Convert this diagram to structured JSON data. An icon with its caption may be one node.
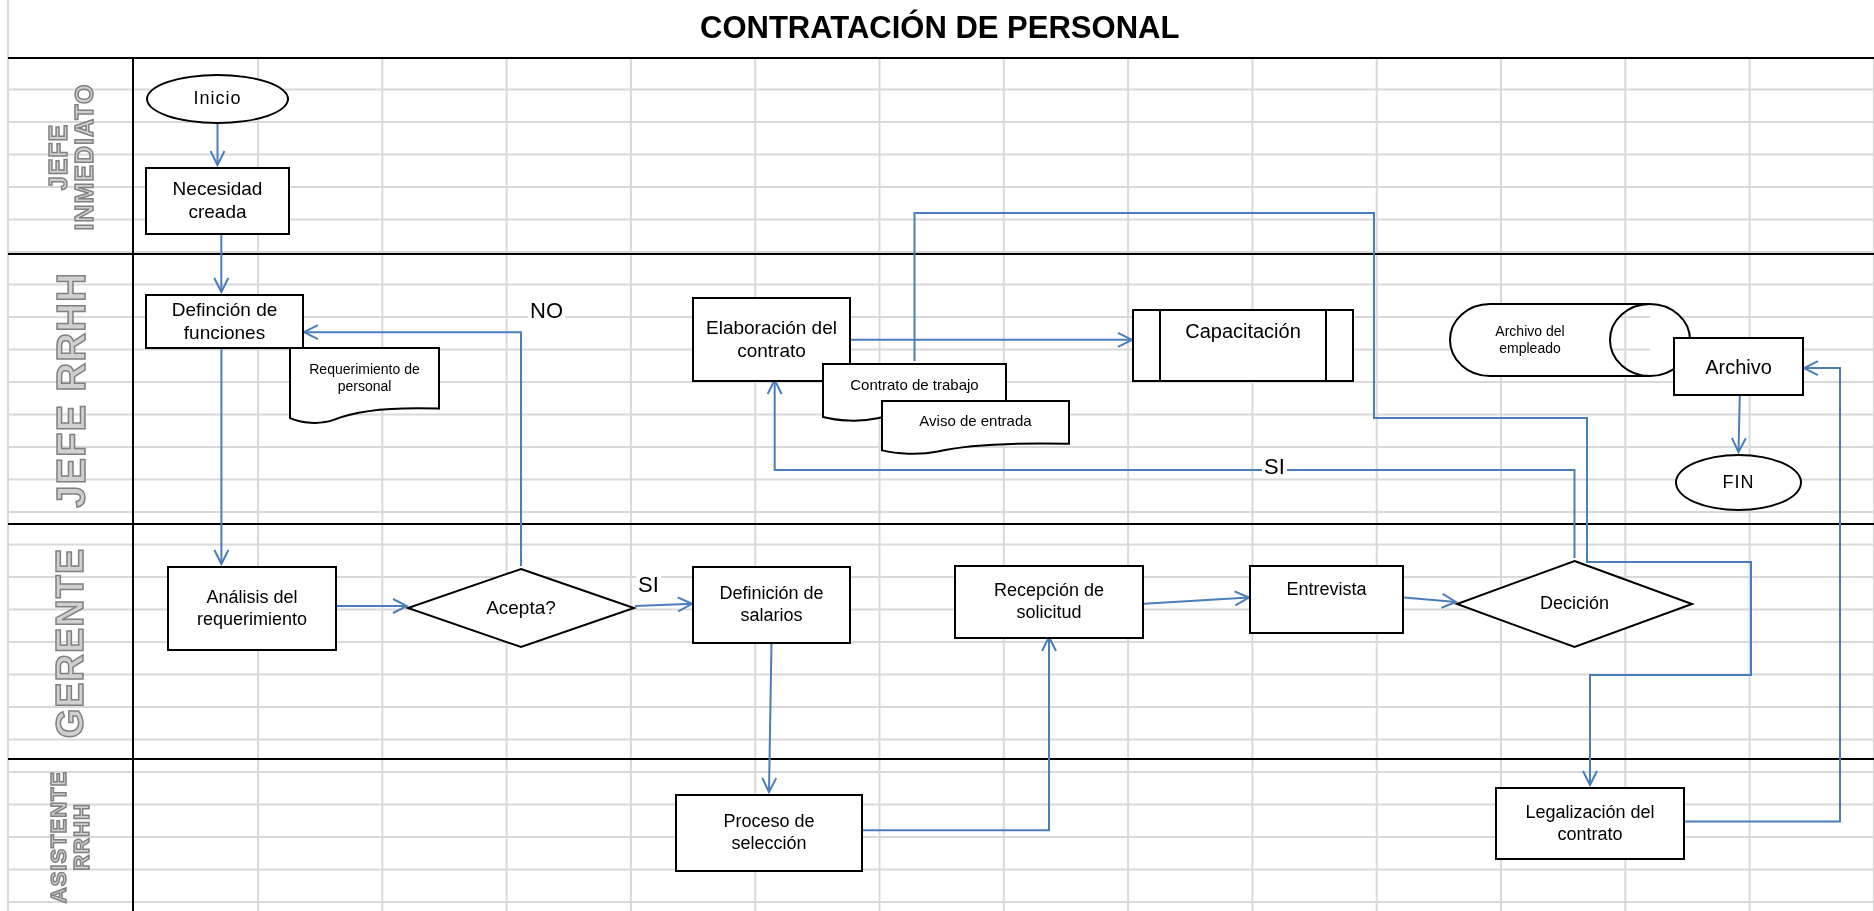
{
  "diagram": {
    "title": "CONTRATACIÓN DE PERSONAL",
    "nodes": [
      {
        "text": [
          "JEFE INMEDIATO"
        ]
      },
      {
        "text": [
          "Inicio"
        ],
        "in": 0
      },
      {
        "text": [
          "Necesidad creada"
        ],
        "in": 0
      },
      {
        "text": [
          "JEFE RRHH"
        ]
      },
      {
        "text": [
          "Definción de funciones"
        ],
        "in": 3
      },
      {
        "text": [
          "Requerimiento de personal"
        ],
        "in": 3
      },
      {
        "text": [
          "Elaboración del contrato"
        ],
        "in": 3
      },
      {
        "text": [
          "Contrato de trabajo"
        ],
        "in": 3
      },
      {
        "text": [
          "Aviso de entrada"
        ],
        "in": 3
      },
      {
        "text": [
          "Capacitación"
        ],
        "in": 3
      },
      {
        "text": [
          "Archivo del empleado"
        ],
        "in": 3
      },
      {
        "text": [
          "Archivo"
        ],
        "in": 3
      },
      {
        "text": [
          "FIN"
        ],
        "in": 3
      },
      {
        "text": [
          "GERENTE"
        ]
      },
      {
        "text": [
          "Análisis del requerimiento"
        ],
        "in": 13
      },
      {
        "text": [
          "Acepta?"
        ],
        "in": 13
      },
      {
        "text": [
          "Definición de salarios"
        ],
        "in": 13
      },
      {
        "text": [
          "Recepción de solicitud"
        ],
        "in": 13
      },
      {
        "text": [
          "Entrevista"
        ],
        "in": 13
      },
      {
        "text": [
          "Decición"
        ],
        "in": 13
      },
      {
        "text": [
          "ASISTENTE RRHH"
        ]
      },
      {
        "text": [
          "Proceso de selección"
        ],
        "in": 20
      },
      {
        "text": [
          "Legalización del contrato"
        ],
        "in": 20
      }
    ],
    "edges": [
      {
        "from": 1,
        "to": 2,
        "arrow": "to"
      },
      {
        "from": 2,
        "to": 4,
        "arrow": "to"
      },
      {
        "from": 4,
        "to": 14,
        "arrow": "to"
      },
      {
        "from": 14,
        "to": 15,
        "arrow": "to"
      },
      {
        "from": 15,
        "to": 4,
        "arrow": "to",
        "label": "NO"
      },
      {
        "from": 15,
        "to": 16,
        "arrow": "to",
        "label": "SI"
      },
      {
        "from": 16,
        "to": 21,
        "arrow": "to"
      },
      {
        "from": 21,
        "to": 17,
        "arrow": "to"
      },
      {
        "from": 17,
        "to": 18,
        "arrow": "to"
      },
      {
        "from": 18,
        "to": 19,
        "arrow": "to"
      },
      {
        "from": 19,
        "to": 6,
        "arrow": "to",
        "label": "SI"
      },
      {
        "from": 6,
        "to": 9,
        "arrow": "to"
      },
      {
        "from": 7,
        "to": 22,
        "arrow": "to"
      },
      {
        "from": 22,
        "to": 11,
        "arrow": "to"
      },
      {
        "from": 11,
        "to": 12,
        "arrow": "to"
      }
    ]
  }
}
